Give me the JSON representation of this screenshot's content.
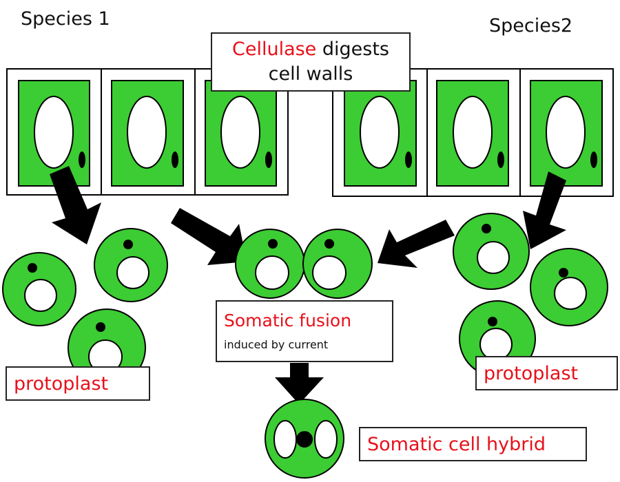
{
  "species_1_label": "Species 1",
  "species_2_label": "Species2",
  "enzyme_note": {
    "enzyme": "Cellulase",
    "line1_rest": " digests",
    "line2": "cell walls"
  },
  "fusion_note": {
    "title": "Somatic fusion",
    "subtitle": "induced by current"
  },
  "protoplast_label_left": "protoplast",
  "protoplast_label_right": "protoplast",
  "hybrid_label": "Somatic cell hybrid",
  "colors": {
    "cell_green": "#3ccc33",
    "label_red": "#e8101a",
    "outline": "#000000"
  }
}
